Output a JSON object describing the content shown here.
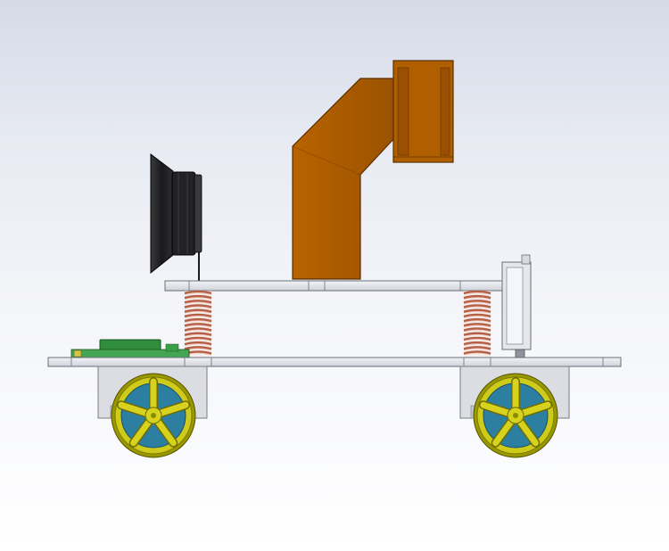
{
  "scene": {
    "description_visible_text": "",
    "colors": {
      "background_top": "#d5dae6",
      "background_bottom": "#ffffff",
      "plate": "#e2e4ea",
      "plate_edge": "#6b6e78",
      "arm": "#a85a00",
      "arm_dark": "#8a4600",
      "arm_edge": "#5a2e00",
      "spring": "#c8866e",
      "spring_dark": "#8e4a36",
      "wheel_rim": "#c8c400",
      "wheel_rim_dark": "#8c8a00",
      "tire": "#2c7fa0",
      "bracket": "#dcdde2",
      "lens": "#1c1c1e",
      "board": "#2f8d3c"
    },
    "components": [
      "lower-chassis-plate",
      "upper-chassis-plate",
      "suspension-spring-left",
      "suspension-spring-right",
      "wheel-left",
      "wheel-right",
      "motor-bracket-left",
      "motor-bracket-right",
      "camera-lens",
      "orange-arm",
      "sensor-box",
      "circuit-board"
    ]
  }
}
